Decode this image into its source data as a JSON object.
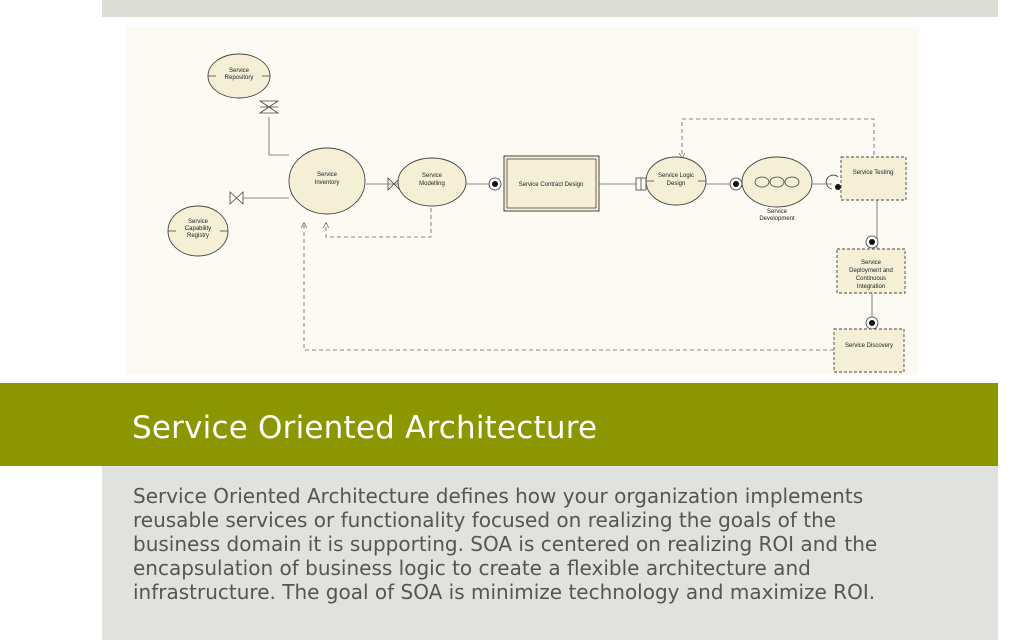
{
  "diagram": {
    "nodes": {
      "service_repository": [
        "Service",
        "Repository"
      ],
      "service_capability_registry": [
        "Service",
        "Capability",
        "Registry"
      ],
      "service_inventory": [
        "Service",
        "Inventory"
      ],
      "service_modelling": [
        "Service",
        "Modelling"
      ],
      "service_contract_design": "Service Contract Design",
      "service_logic_design": [
        "Service Logic",
        "Design"
      ],
      "service_development": [
        "Service",
        "Development"
      ],
      "service_testing": "Service Testing",
      "service_deployment": [
        "Service",
        "Deployment and",
        "Continuous",
        "Integration"
      ],
      "service_discovery": "Service Discovery"
    }
  },
  "title": "Service Oriented Architecture",
  "body": "Service Oriented Architecture defines how your organization implements\nreusable services or functionality focused on realizing the goals of the\nbusiness domain it is supporting.  SOA is centered on realizing ROI and the\nencapsulation of business logic to create a flexible architecture and\ninfrastructure.  The goal of SOA is minimize technology and maximize ROI."
}
